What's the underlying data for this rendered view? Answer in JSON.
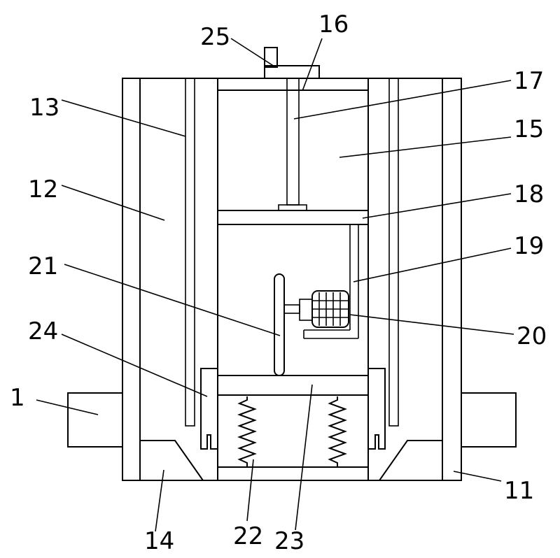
{
  "labels": {
    "l1": "1",
    "l11": "11",
    "l12": "12",
    "l13": "13",
    "l14": "14",
    "l15": "15",
    "l16": "16",
    "l17": "17",
    "l18": "18",
    "l19": "19",
    "l20": "20",
    "l21": "21",
    "l22": "22",
    "l23": "23",
    "l24": "24",
    "l25": "25"
  }
}
